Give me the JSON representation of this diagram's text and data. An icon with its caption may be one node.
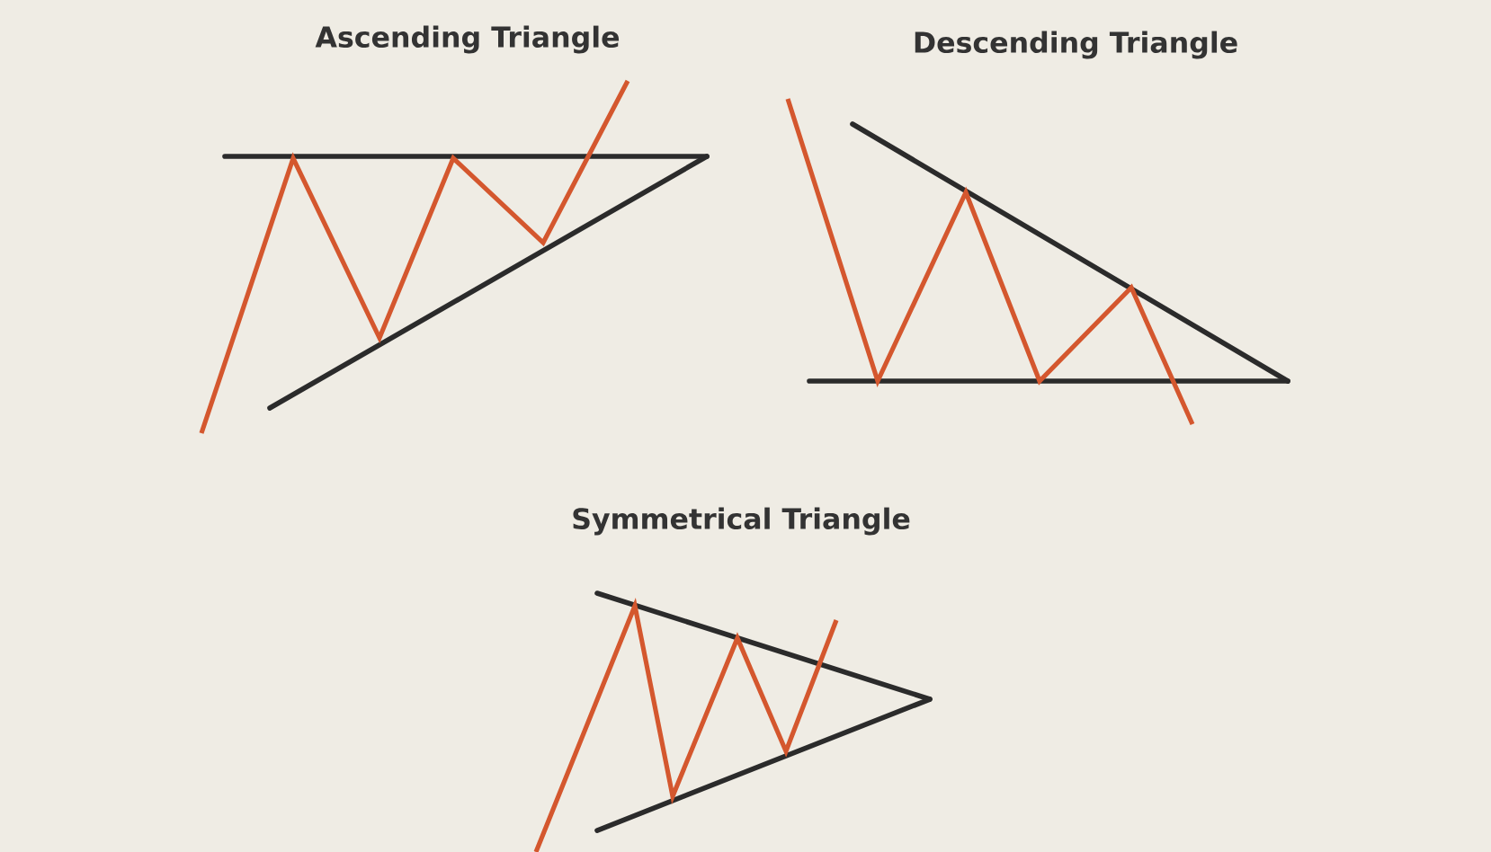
{
  "diagram": {
    "labels": [
      "Ascending Triangle",
      "Descending Triangle",
      "Symmetrical Triangle"
    ]
  }
}
